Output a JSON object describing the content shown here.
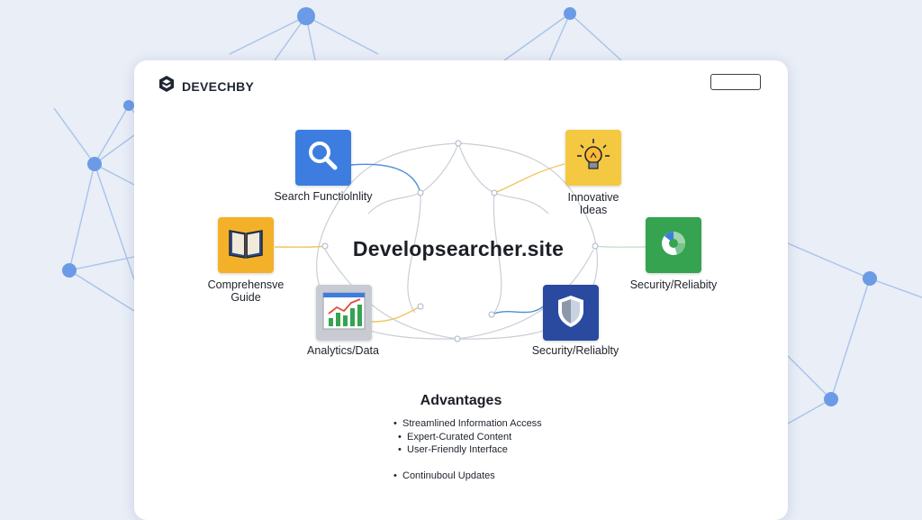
{
  "brand": {
    "name": "DEVECHBY",
    "icon": "cube-logo-icon"
  },
  "header": {
    "button_label": ""
  },
  "diagram": {
    "center_title": "Developsearcher.site",
    "nodes": [
      {
        "id": "search",
        "label": "Search Functiolnlity",
        "icon": "magnifier-icon",
        "color": "#3d7de0"
      },
      {
        "id": "ideas",
        "label": "Innovative\nIdeas",
        "icon": "lightbulb-icon",
        "color": "#f5c842"
      },
      {
        "id": "guide",
        "label": "Comprehensve\nGuide",
        "icon": "book-icon",
        "color": "#f3b12a"
      },
      {
        "id": "security-right",
        "label": "Security/Reliabity",
        "icon": "pie-chart-icon",
        "color": "#35a350"
      },
      {
        "id": "analytics",
        "label": "Analytics/Data",
        "icon": "bar-chart-icon",
        "color": "#c8ccd2"
      },
      {
        "id": "security-bottom",
        "label": "Security/Reliablty",
        "icon": "shield-icon",
        "color": "#2a4aa0"
      }
    ],
    "line_colors": {
      "blue": "#4e8fd8",
      "yellow": "#f0c75e",
      "gray": "#c9ced6"
    }
  },
  "advantages": {
    "title": "Advantages",
    "items": [
      "Streamlined Information Access",
      "Expert-Curated Content",
      "User-Friendly Interface",
      "",
      "Continuboul Updates"
    ]
  },
  "colors": {
    "background": "#e9eef7",
    "network": "#a9c3ea",
    "network_node": "#6c9be6"
  }
}
